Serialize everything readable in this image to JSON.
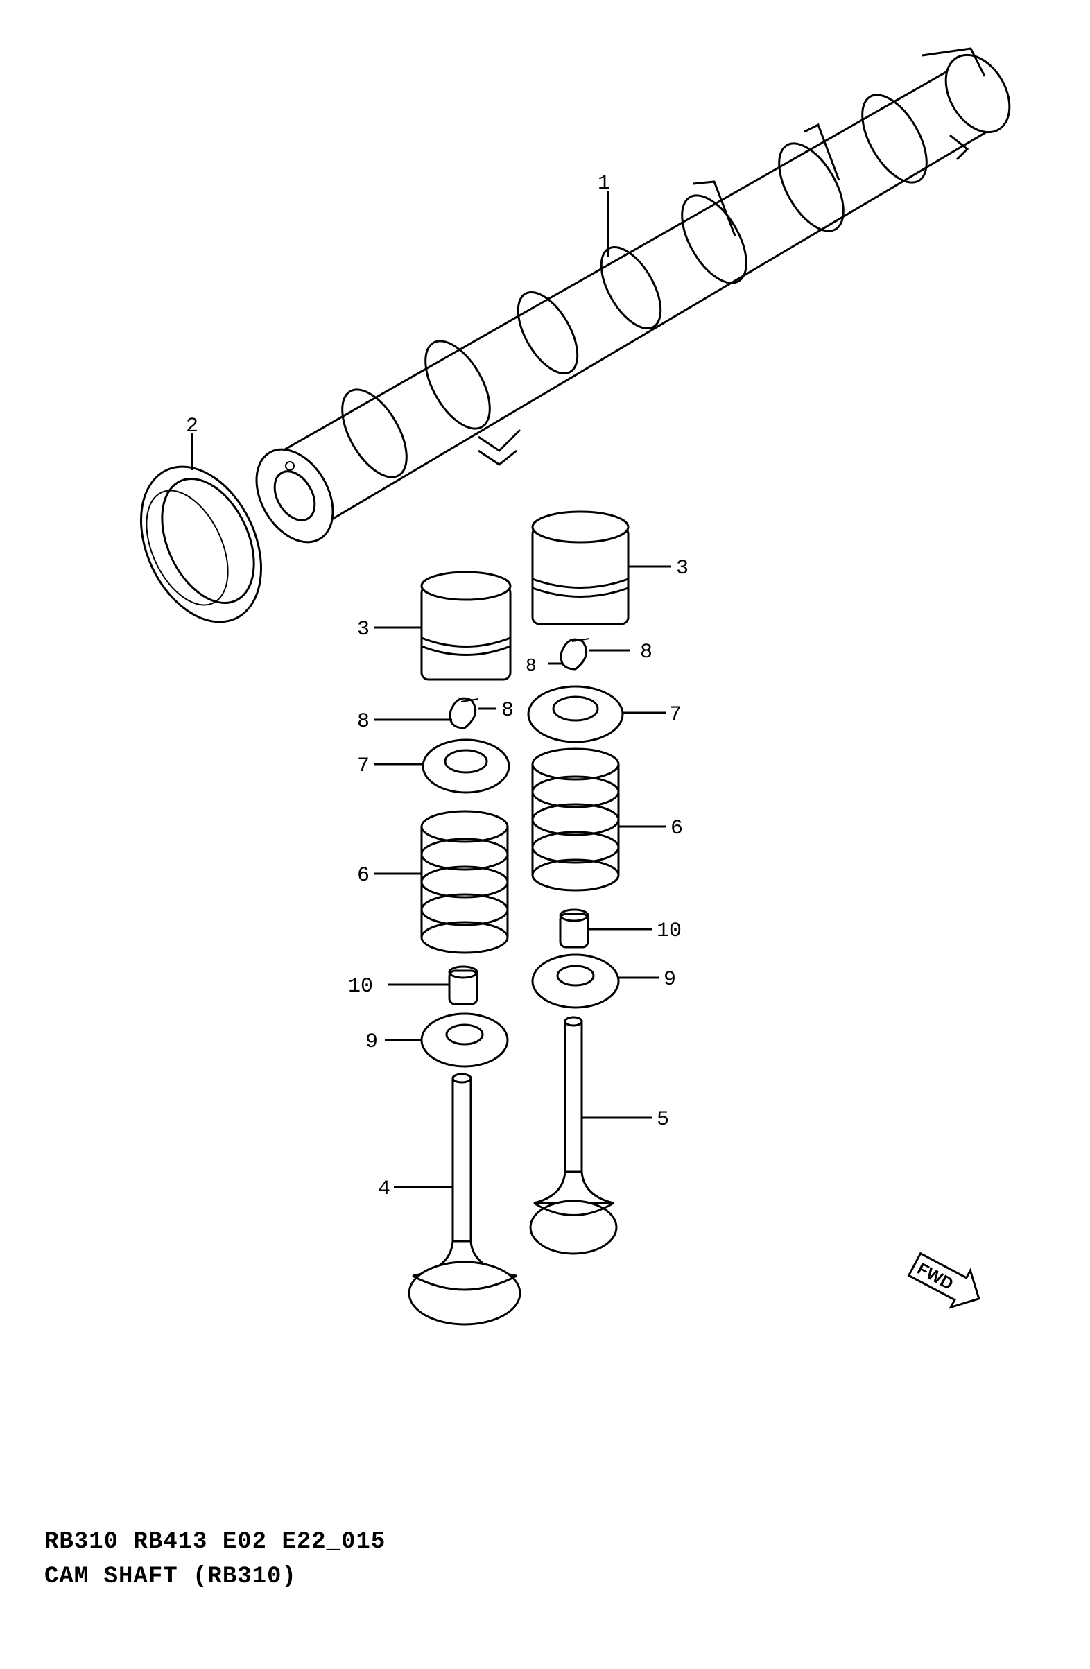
{
  "diagram": {
    "callouts": {
      "camshaft": "1",
      "oil_seal": "2",
      "tappet_left": "3",
      "tappet_right": "3",
      "valve_intake": "4",
      "valve_exhaust": "5",
      "spring_left": "6",
      "spring_right": "6",
      "retainer_left": "7",
      "retainer_right": "7",
      "cotter_left_a": "8",
      "cotter_left_b": "8",
      "cotter_right_a": "8",
      "cotter_right_b": "8",
      "stem_seal_left": "10",
      "stem_seal_right": "10",
      "spring_seat_left": "9",
      "spring_seat_right": "9"
    },
    "fwd_label": "FWD"
  },
  "footer": {
    "code_line": "RB310 RB413 E02 E22_015",
    "title_line": "CAM SHAFT (RB310)"
  }
}
